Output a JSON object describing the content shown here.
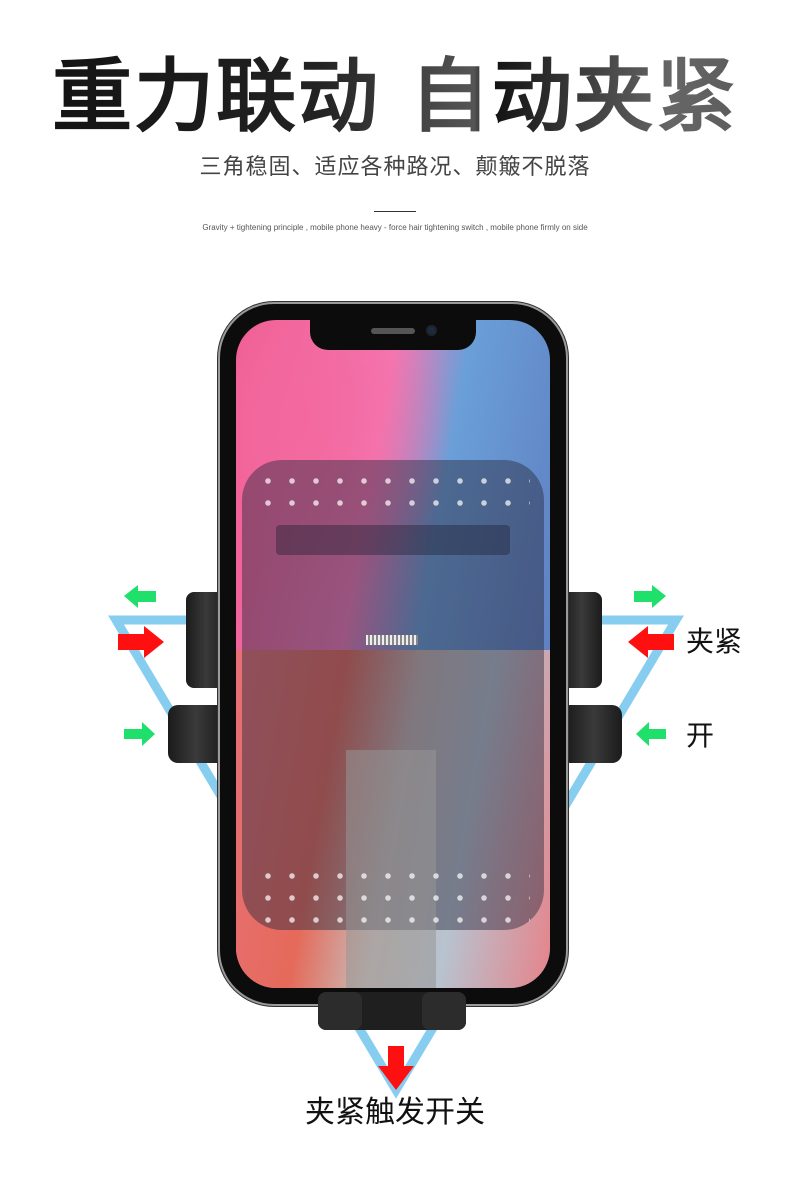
{
  "header": {
    "title": "重力联动 自动夹紧",
    "subtitle": "三角稳固、适应各种路况、颠簸不脱落",
    "description_en": "Gravity + tightening principle , mobile phone heavy - force hair tightening switch , mobile phone firmly on side"
  },
  "diagram": {
    "labels": {
      "clamp": "夹紧",
      "open": "开",
      "trigger": "夹紧触发开关"
    },
    "colors": {
      "triangle": "#86cdf0",
      "clamp_arrow": "#ff1010",
      "open_arrow": "#1fe06a",
      "grip": "#1f1f1f"
    },
    "arrows": [
      {
        "name": "open-arrow-top-left",
        "direction": "left",
        "color": "green"
      },
      {
        "name": "clamp-arrow-left",
        "direction": "right",
        "color": "red"
      },
      {
        "name": "open-arrow-mid-left",
        "direction": "right",
        "color": "green"
      },
      {
        "name": "open-arrow-top-right",
        "direction": "right",
        "color": "green"
      },
      {
        "name": "clamp-arrow-right",
        "direction": "left",
        "color": "red"
      },
      {
        "name": "open-arrow-mid-right",
        "direction": "left",
        "color": "green"
      },
      {
        "name": "trigger-arrow-down",
        "direction": "down",
        "color": "red"
      }
    ]
  }
}
